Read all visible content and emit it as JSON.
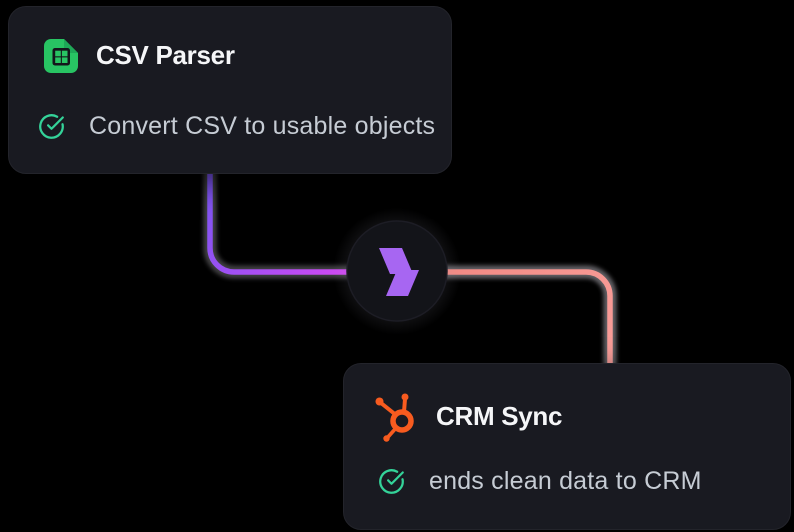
{
  "app": {
    "view": "workflow-canvas",
    "background": "#000000"
  },
  "colors": {
    "card_bg": "#191a21",
    "card_border": "#23242b",
    "title_text": "#f5f6f8",
    "subtitle_text": "#c6ccd4",
    "check_green": "#34d399",
    "csv_green": "#28c463",
    "csv_fold_green": "#1ea857",
    "csv_grid_dark": "#14151b",
    "hubspot_orange": "#f75b1f",
    "bolt_purple": "#a766f2",
    "hub_bg": "#131419",
    "hub_border": "#1d1d25",
    "edge_track_gray": "#a19ea6",
    "edge_purple_start": "#7c55f2",
    "edge_purple_end": "#cf49f2",
    "edge_salmon_start": "#f28a84",
    "edge_salmon_end": "#f89d99"
  },
  "nodes": [
    {
      "id": "csv-parser",
      "title": "CSV Parser",
      "subtitle": "Convert CSV to usable objects",
      "icon": "spreadsheet-icon",
      "status_icon": "check-circle-icon"
    },
    {
      "id": "crm-sync",
      "title": "CRM Sync",
      "subtitle": "ends clean data to CRM",
      "icon": "hubspot-icon",
      "status_icon": "check-circle-icon"
    }
  ],
  "hub": {
    "icon": "lightning-bolt-icon"
  },
  "edges": [
    {
      "id": "edge-csv-to-hub",
      "from": "csv-parser",
      "to": "hub"
    },
    {
      "id": "edge-hub-to-crm",
      "from": "hub",
      "to": "crm-sync"
    }
  ]
}
